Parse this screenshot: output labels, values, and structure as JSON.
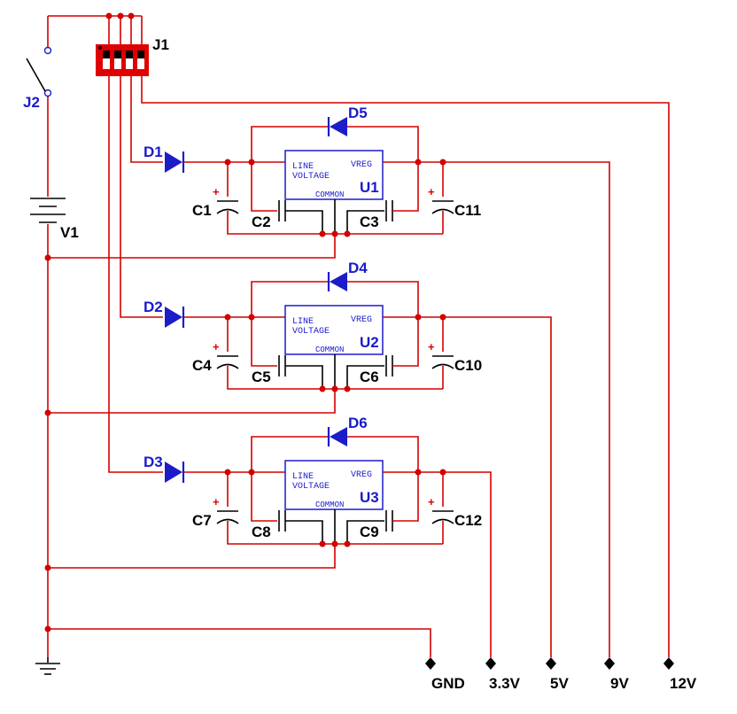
{
  "components": {
    "switch": "J2",
    "dip_switch": "J1",
    "battery": "V1",
    "regulators": [
      {
        "id": "U1",
        "line": "LINE",
        "voltage": "VOLTAGE",
        "vreg": "VREG",
        "common": "COMMON",
        "input_diode": "D1",
        "bypass_diode": "D5",
        "cap_in_elec": "C1",
        "cap_in_cer": "C2",
        "cap_out_cer": "C3",
        "cap_out_elec": "C11"
      },
      {
        "id": "U2",
        "line": "LINE",
        "voltage": "VOLTAGE",
        "vreg": "VREG",
        "common": "COMMON",
        "input_diode": "D2",
        "bypass_diode": "D4",
        "cap_in_elec": "C4",
        "cap_in_cer": "C5",
        "cap_out_cer": "C6",
        "cap_out_elec": "C10"
      },
      {
        "id": "U3",
        "line": "LINE",
        "voltage": "VOLTAGE",
        "vreg": "VREG",
        "common": "COMMON",
        "input_diode": "D3",
        "bypass_diode": "D6",
        "cap_in_elec": "C7",
        "cap_in_cer": "C8",
        "cap_out_cer": "C9",
        "cap_out_elec": "C12"
      }
    ]
  },
  "outputs": {
    "gnd": "GND",
    "v33": "3.3V",
    "v5": "5V",
    "v9": "9V",
    "v12": "12V"
  },
  "colors": {
    "wire": "#d40000",
    "label": "#1a1acc",
    "component": "#000000",
    "dip_body": "#e00000"
  }
}
